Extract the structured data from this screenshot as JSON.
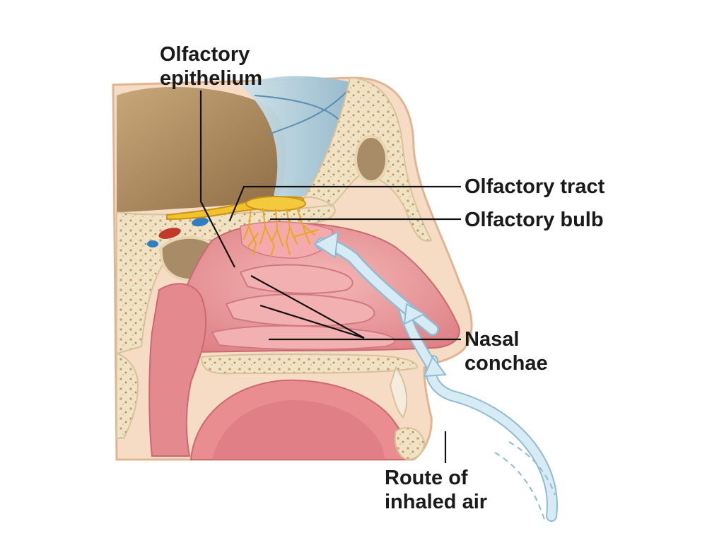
{
  "labels": {
    "olfactory_epithelium": {
      "line1": "Olfactory",
      "line2": "epithelium"
    },
    "olfactory_tract": "Olfactory tract",
    "olfactory_bulb": "Olfactory bulb",
    "nasal_conchae": {
      "line1": "Nasal",
      "line2": "conchae"
    },
    "route_of_inhaled_air": {
      "line1": "Route of",
      "line2": "inhaled air"
    }
  },
  "colors": {
    "background": "#ffffff",
    "bone": "#efe3c3",
    "bone_pores": "#c9a27a",
    "brain": "#a98558",
    "mucosa": "#e58b8f",
    "mucosa_light": "#f2b2b1",
    "nerve": "#f2c12e",
    "air_arrow": "#c8e2ee",
    "air_arrow_edge": "#8fbcd3",
    "leader_line": "#111111",
    "label_text": "#1a1a1a"
  }
}
